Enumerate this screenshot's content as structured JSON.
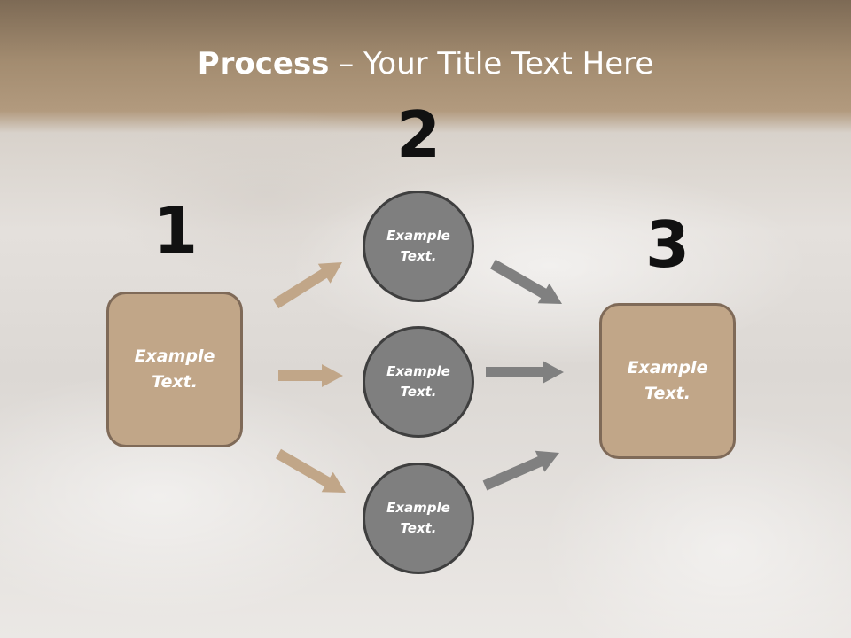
{
  "title": {
    "bold": "Process",
    "rest": " – Your Title Text Here"
  },
  "numbers": [
    "1",
    "2",
    "3"
  ],
  "left_box": {
    "line1": "Example",
    "line2": "Text."
  },
  "circles": [
    {
      "line1": "Example",
      "line2": "Text."
    },
    {
      "line1": "Example",
      "line2": "Text."
    },
    {
      "line1": "Example",
      "line2": "Text."
    }
  ],
  "right_box": {
    "line1": "Example",
    "line2": "Text."
  },
  "colors": {
    "box_fill": "#c1a688",
    "box_border": "#7f6a58",
    "circle_fill": "#7f7f7f",
    "circle_border": "#3f3f3f",
    "arrow_tan": "#c1a688",
    "arrow_gray": "#808080"
  }
}
